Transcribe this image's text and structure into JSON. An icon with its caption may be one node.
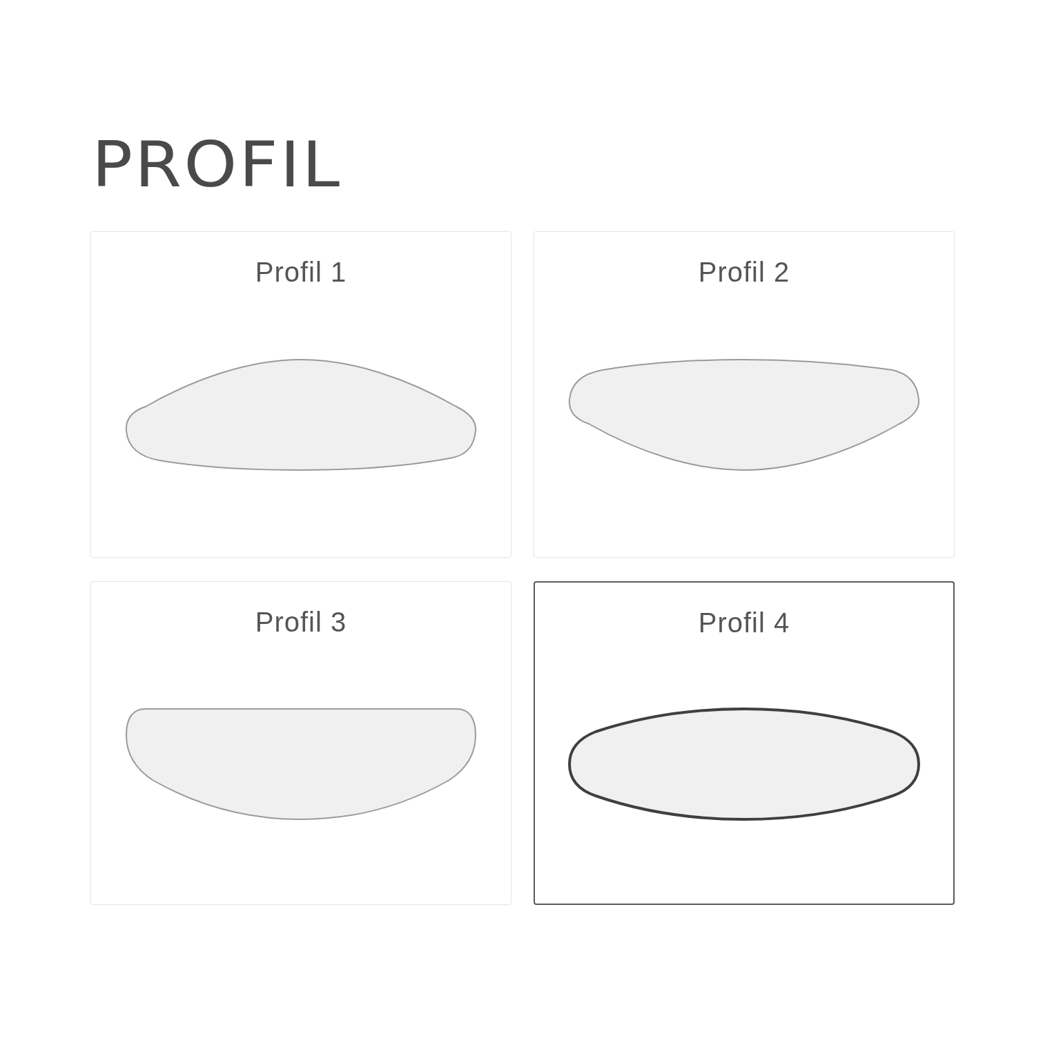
{
  "diagram": {
    "title": "PROFIL",
    "nodes": [
      {
        "text": [
          "Profil 1"
        ]
      },
      {
        "text": [
          "Profil 2"
        ]
      },
      {
        "text": [
          "Profil 3"
        ]
      },
      {
        "text": [
          "Profil 4"
        ]
      }
    ]
  }
}
